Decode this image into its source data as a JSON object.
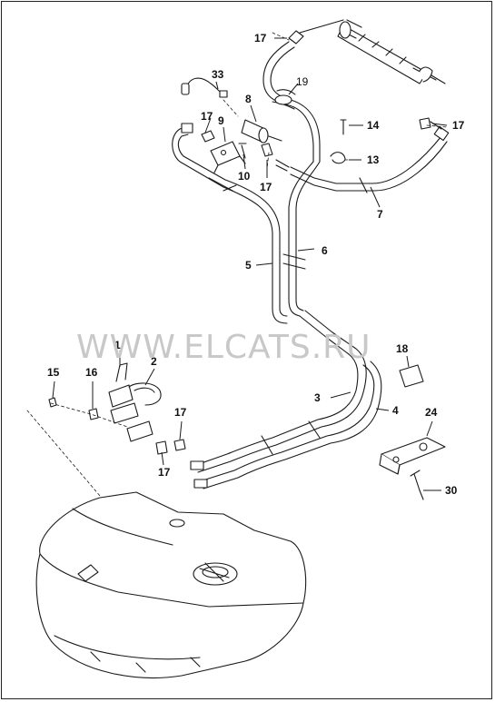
{
  "watermark": "WWW.ELCATS.RU",
  "part_labels": [
    {
      "id": "17a",
      "text": "17"
    },
    {
      "id": "33",
      "text": "33"
    },
    {
      "id": "19",
      "text": "19"
    },
    {
      "id": "8",
      "text": "8"
    },
    {
      "id": "17b",
      "text": "17"
    },
    {
      "id": "9",
      "text": "9"
    },
    {
      "id": "14",
      "text": "14"
    },
    {
      "id": "17c",
      "text": "17"
    },
    {
      "id": "13",
      "text": "13"
    },
    {
      "id": "10",
      "text": "10"
    },
    {
      "id": "17d",
      "text": "17"
    },
    {
      "id": "7",
      "text": "7"
    },
    {
      "id": "6",
      "text": "6"
    },
    {
      "id": "5",
      "text": "5"
    },
    {
      "id": "1",
      "text": "1"
    },
    {
      "id": "18",
      "text": "18"
    },
    {
      "id": "2",
      "text": "2"
    },
    {
      "id": "15",
      "text": "15"
    },
    {
      "id": "16",
      "text": "16"
    },
    {
      "id": "3",
      "text": "3"
    },
    {
      "id": "4",
      "text": "4"
    },
    {
      "id": "17e",
      "text": "17"
    },
    {
      "id": "24",
      "text": "24"
    },
    {
      "id": "17f",
      "text": "17"
    },
    {
      "id": "30",
      "text": "30"
    }
  ],
  "colors": {
    "line": "#1a1a1a",
    "background": "#ffffff",
    "watermark": "#c8c8c8"
  }
}
